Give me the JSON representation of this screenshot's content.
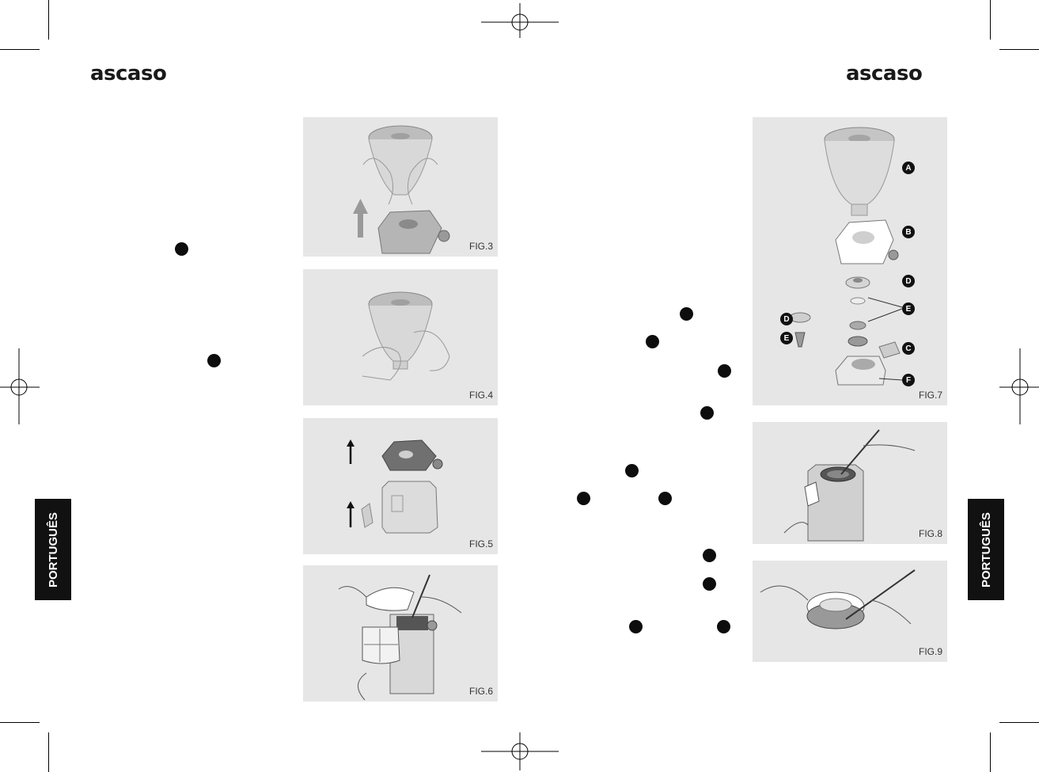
{
  "brand": {
    "left_logo": "ascaso",
    "right_logo": "ascaso"
  },
  "side_tabs": {
    "left": "PORTUGUÊS",
    "right": "PORTUGUÊS"
  },
  "figures": {
    "fig3": "FIG.3",
    "fig4": "FIG.4",
    "fig5": "FIG.5",
    "fig6": "FIG.6",
    "fig7": "FIG.7",
    "fig8": "FIG.8",
    "fig9": "FIG.9"
  },
  "fig7_callouts": {
    "a": "A",
    "b": "B",
    "c": "C",
    "d1": "D",
    "d2": "D",
    "e1": "E",
    "e2": "E",
    "f": "F"
  },
  "colors": {
    "figure_bg": "#e6e6e6",
    "tab_bg": "#111111",
    "ink": "#000000"
  }
}
